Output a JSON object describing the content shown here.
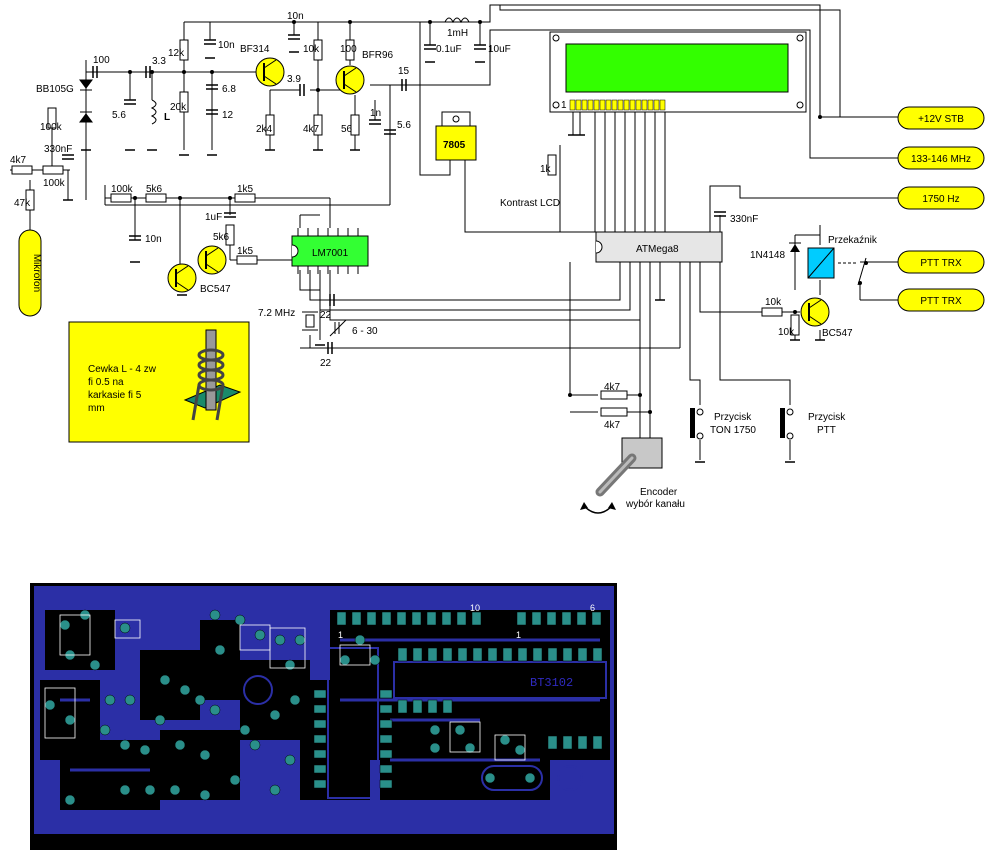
{
  "schematic": {
    "components": {
      "varicap": "BB105G",
      "c_100_in": "100",
      "c_3_3": "3.3",
      "r_12k": "12k",
      "c_10n_top": "10n",
      "c_10n_mid": "10n",
      "t1": "BF314",
      "r_10k_top": "10k",
      "r_100_top": "100",
      "t2": "BFR96",
      "choke": "1mH",
      "c_0_1uF": "0.1uF",
      "c_10uF": "10uF",
      "r_100k_a": "100k",
      "c_5_6_a": "5.6",
      "coil": "L",
      "r_20k": "20k",
      "c_6_8": "6.8",
      "c_12": "12",
      "c_3_9": "3.9",
      "c_15": "15",
      "r_2k4": "2k4",
      "r_4k7_a": "4k7",
      "r_56": "56",
      "c_1n": "1n",
      "c_5_6_b": "5.6",
      "regulator": "7805",
      "c_330nF_in": "330nF",
      "r_4k7_b": "4k7",
      "pot_100k": "100k",
      "r_47k": "47k",
      "r_100k_b": "100k",
      "r_5k6_a": "5k6",
      "r_1k5_a": "1k5",
      "c_1uF": "1uF",
      "r_5k6_b": "5k6",
      "r_1k5_b": "1k5",
      "c_10n_low": "10n",
      "t3": "BC547",
      "pll": "LM7001",
      "pot_1k": "1k",
      "contrast": "Kontrast LCD",
      "mcu": "ATMega8",
      "c_330nF_mcu": "330nF",
      "diode": "1N4148",
      "relay": "Przekaźnik",
      "r_10k_a": "10k",
      "r_10k_b": "10k",
      "t4": "BC547",
      "crystal": "7.2 MHz",
      "c_22_a": "22",
      "c_22_b": "22",
      "trimmer": "6 - 30",
      "r_4k7_c": "4k7",
      "r_4k7_d": "4k7",
      "btn_tone": "Przycisk\nTON 1750",
      "btn_ptt": "Przycisk\nPTT",
      "encoder": "Encoder\nwybór kanału",
      "lcd_pin1": "1"
    },
    "tags": {
      "v12": "+12V STB",
      "freq": "133-146 MHz",
      "tone": "1750 Hz",
      "ptt1": "PTT TRX",
      "ptt2": "PTT TRX",
      "mic": "Mikrofon"
    },
    "note": "Cewka L - 4 zw\nfi 0.5 na\nkarkasie fi 5\nmm",
    "colors": {
      "yellow": "#ffff00",
      "lcd_green": "#33ff00",
      "pll_green": "#33ff33",
      "relay_blue": "#00ccff",
      "pcb_blue": "#2b2fa6"
    }
  },
  "pcb": {
    "chip_text": "BT3102",
    "pin_10": "10",
    "pin_6": "6",
    "pin_1_a": "1",
    "pin_1_b": "1"
  }
}
